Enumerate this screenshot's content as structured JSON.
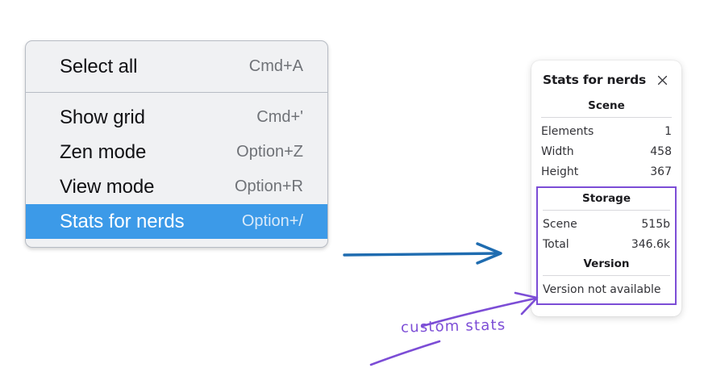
{
  "context_menu": {
    "name": "canvas-context-menu",
    "groups": [
      {
        "items": [
          {
            "label": "Select all",
            "shortcut": "Cmd+A",
            "selected": false
          }
        ]
      },
      {
        "items": [
          {
            "label": "Show grid",
            "shortcut": "Cmd+'",
            "selected": false
          },
          {
            "label": "Zen mode",
            "shortcut": "Option+Z",
            "selected": false
          },
          {
            "label": "View mode",
            "shortcut": "Option+R",
            "selected": false
          },
          {
            "label": "Stats for nerds",
            "shortcut": "Option+/",
            "selected": true
          }
        ]
      }
    ],
    "highlight_color": "#3c9ae8",
    "background_color": "#f0f1f3"
  },
  "stats_panel": {
    "title": "Stats for nerds",
    "close_icon": "close-icon",
    "scene": {
      "heading": "Scene",
      "rows": [
        {
          "key": "Elements",
          "value": "1"
        },
        {
          "key": "Width",
          "value": "458"
        },
        {
          "key": "Height",
          "value": "367"
        }
      ]
    },
    "storage": {
      "heading": "Storage",
      "rows": [
        {
          "key": "Scene",
          "value": "515b"
        },
        {
          "key": "Total",
          "value": "346.6k"
        }
      ]
    },
    "version": {
      "heading": "Version",
      "text": "Version not available"
    },
    "highlight_box_color": "#7c4dd6"
  },
  "annotations": {
    "custom_stats_label": "custom stats",
    "arrow_color_blue": "#1f6cb0",
    "arrow_color_purple": "#7c4dd6"
  }
}
